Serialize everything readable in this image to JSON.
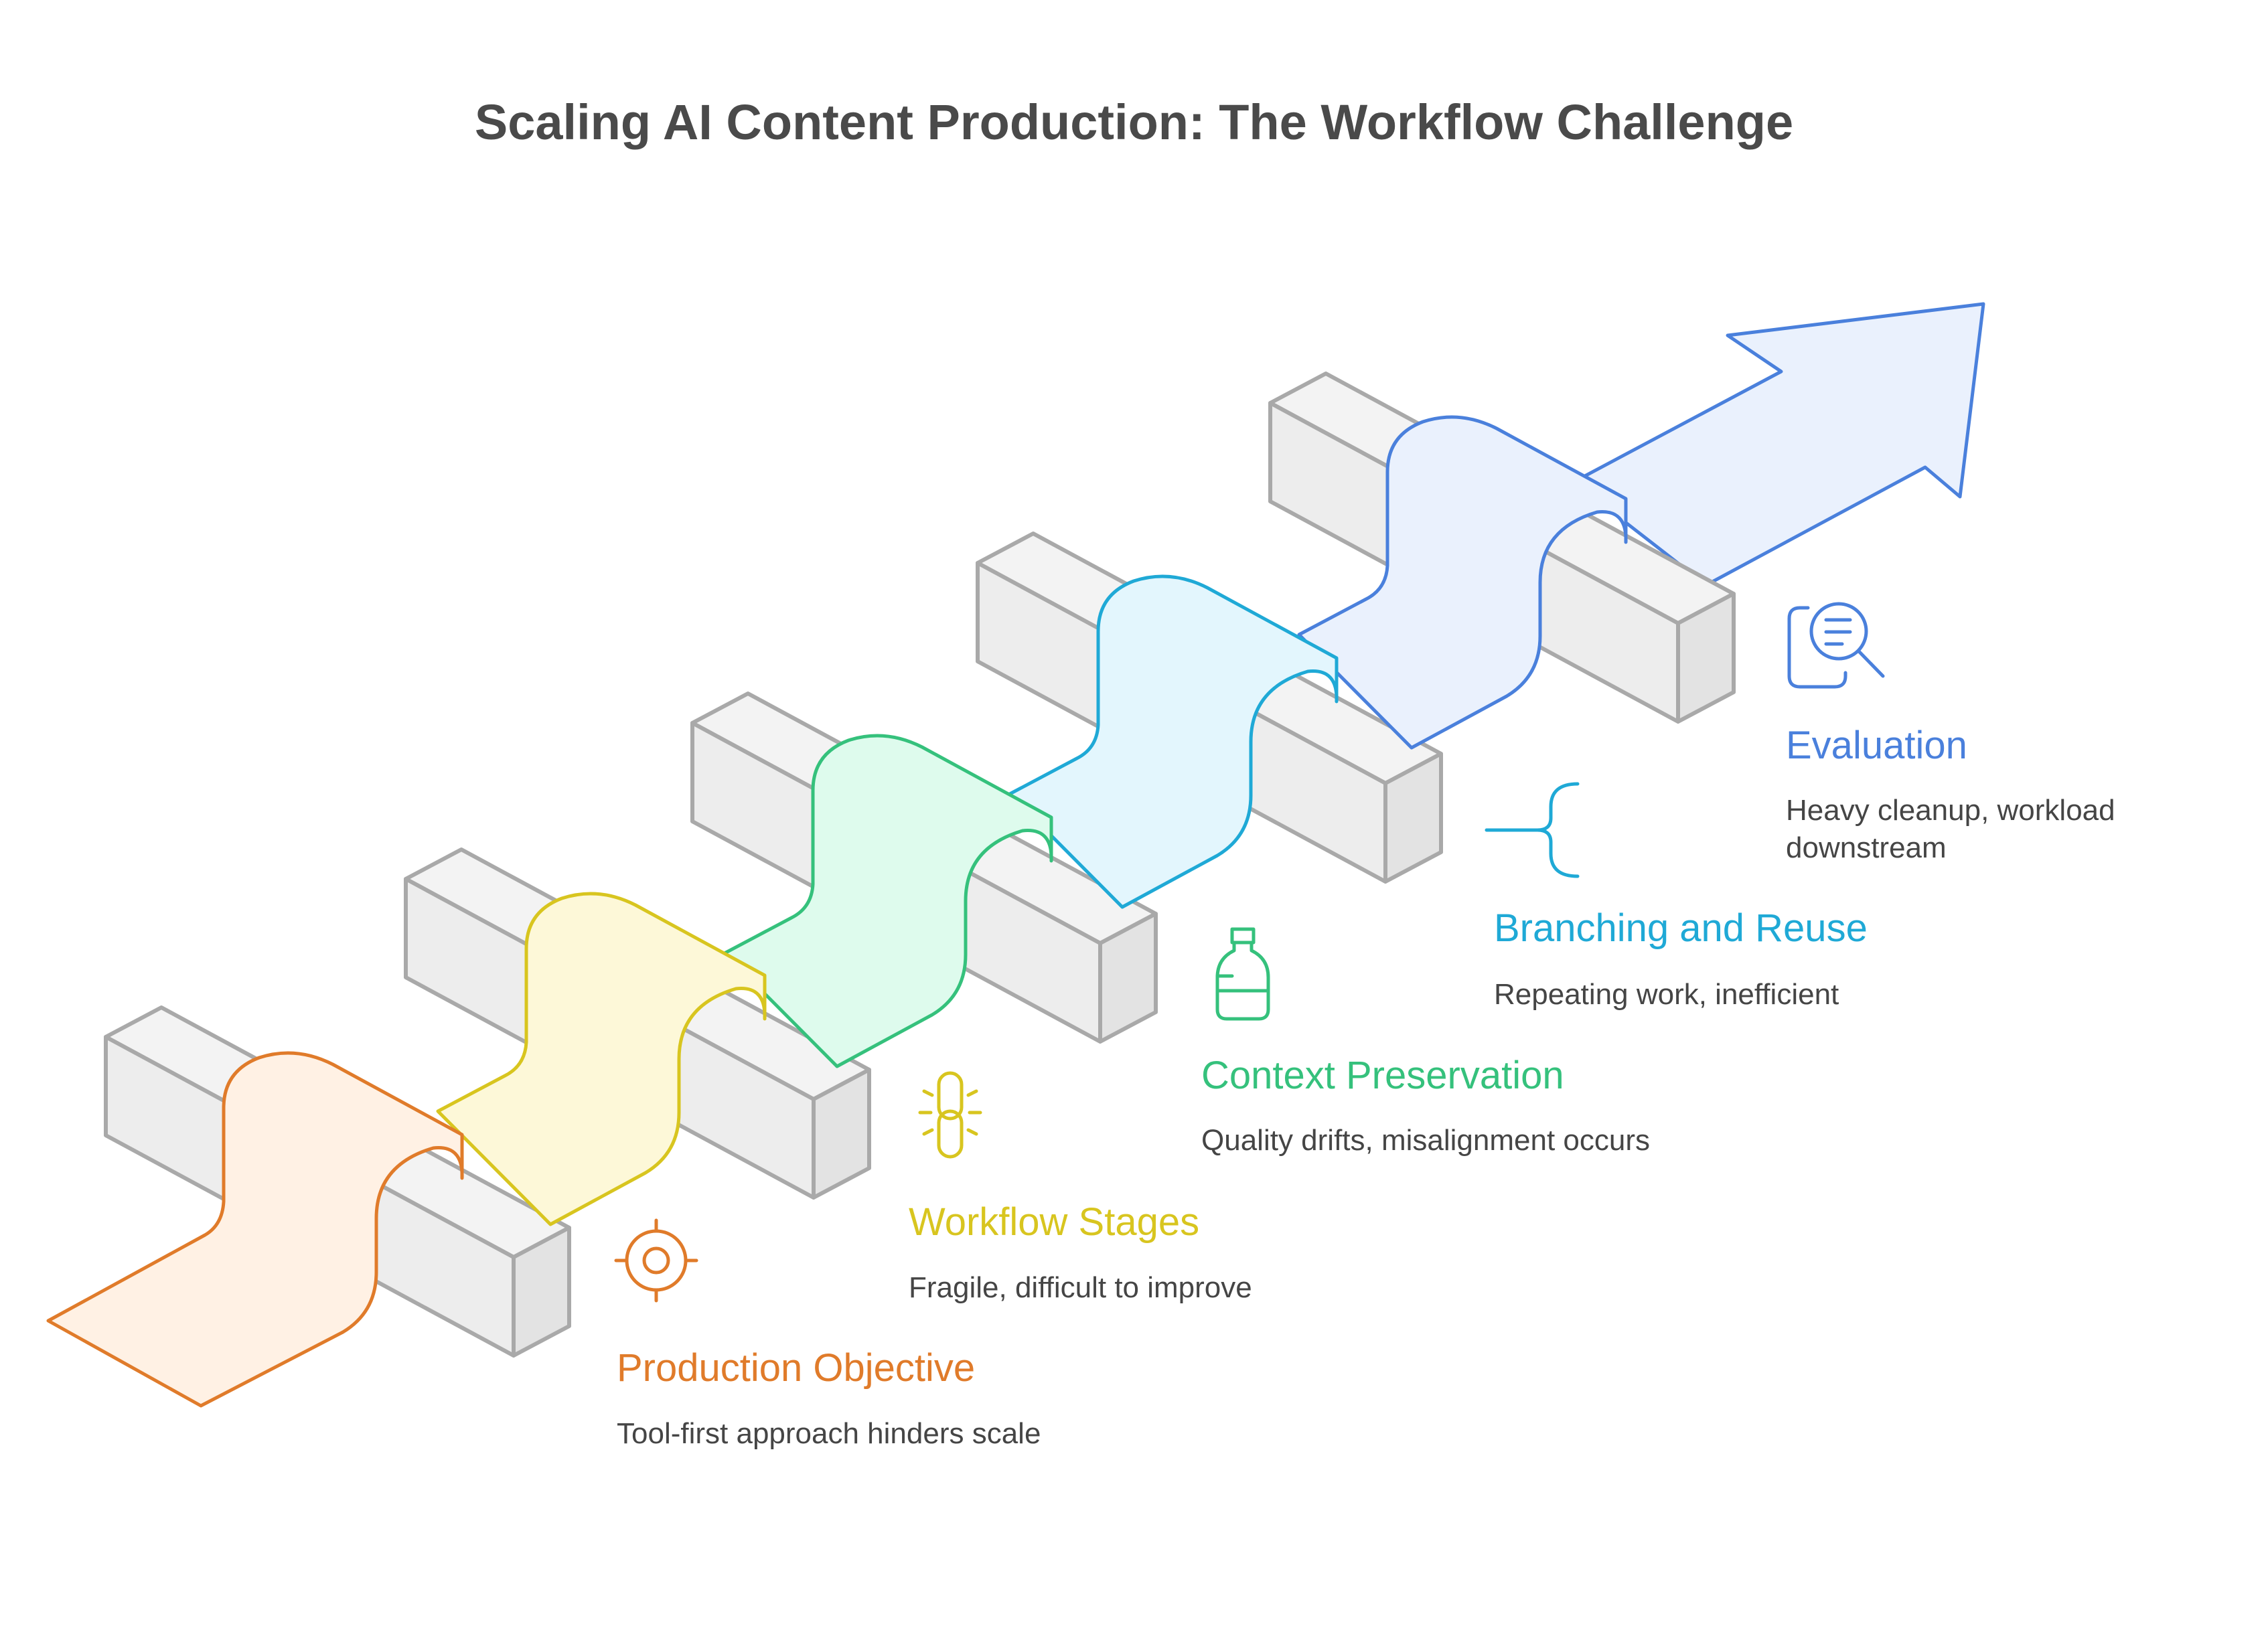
{
  "title": "Scaling AI Content Production: The Workflow Challenge",
  "steps": [
    {
      "title": "Production Objective",
      "desc": "Tool-first approach hinders scale",
      "color": "#e07b2a",
      "fill": "#fff1e4",
      "icon": "target-icon"
    },
    {
      "title": "Workflow Stages",
      "desc": "Fragile, difficult to improve",
      "color": "#d8c51f",
      "fill": "#fdf8d8",
      "icon": "chain-link-icon"
    },
    {
      "title": "Context Preservation",
      "desc": "Quality drifts, misalignment occurs",
      "color": "#35c17c",
      "fill": "#defbed",
      "icon": "bottle-icon"
    },
    {
      "title": "Branching and Reuse",
      "desc": "Repeating work, inefficient",
      "color": "#1fa9d6",
      "fill": "#e3f6fd",
      "icon": "curly-brace-branch-icon"
    },
    {
      "title": "Evaluation",
      "desc": "Heavy cleanup, workload downstream",
      "color": "#4a80dc",
      "fill": "#eaf1fd",
      "icon": "document-search-icon"
    }
  ]
}
